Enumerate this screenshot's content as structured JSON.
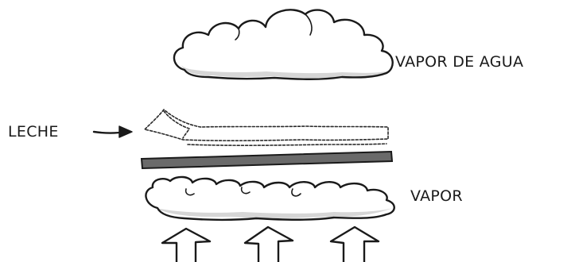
{
  "labels": {
    "water_vapor": "VAPOR DE AGUA",
    "milk": "LECHE",
    "steam": "VAPOR"
  },
  "colors": {
    "ink": "#1a1a1a",
    "plate": "#666666",
    "shade": "#d6d6d6"
  },
  "icons": {
    "cloud": "cloud-icon",
    "arrow_right": "arrow-right-icon",
    "arrow_up": "arrow-up-icon"
  }
}
